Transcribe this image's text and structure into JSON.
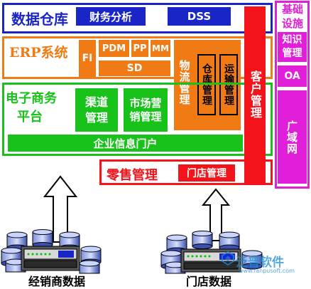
{
  "data_warehouse": {
    "title": "数据仓库",
    "financial_analysis": "财务分析",
    "dss": "DSS"
  },
  "erp": {
    "title": "ERP系统",
    "fi": "FI",
    "pdm": "PDM",
    "pp": "PP",
    "mm": "MM",
    "sd": "SD",
    "logistics": "物流管理",
    "warehouse": "仓库管理",
    "transport": "运输管理"
  },
  "ecommerce": {
    "title_line1": "电子商务",
    "title_line2": "平台",
    "channel": "渠道管理",
    "marketing": "市场营销管理",
    "portal": "企业信息门户"
  },
  "retail": {
    "title": "零售管理",
    "store": "门店管理"
  },
  "customer": {
    "label": "客户管理"
  },
  "infrastructure": {
    "title": "基础设施",
    "knowledge": "知识管理",
    "oa": "OA",
    "wan": "广域网"
  },
  "bottom": {
    "dealer_data": "经销商数据",
    "store_data": "门店数据"
  },
  "watermark": {
    "text": "泛普软件",
    "url": "www.fanpusoft.com"
  },
  "colors": {
    "blue": "#1a25c8",
    "orange": "#f07a14",
    "green": "#19c21a",
    "red": "#f2141a",
    "magenta": "#e21fd8"
  }
}
